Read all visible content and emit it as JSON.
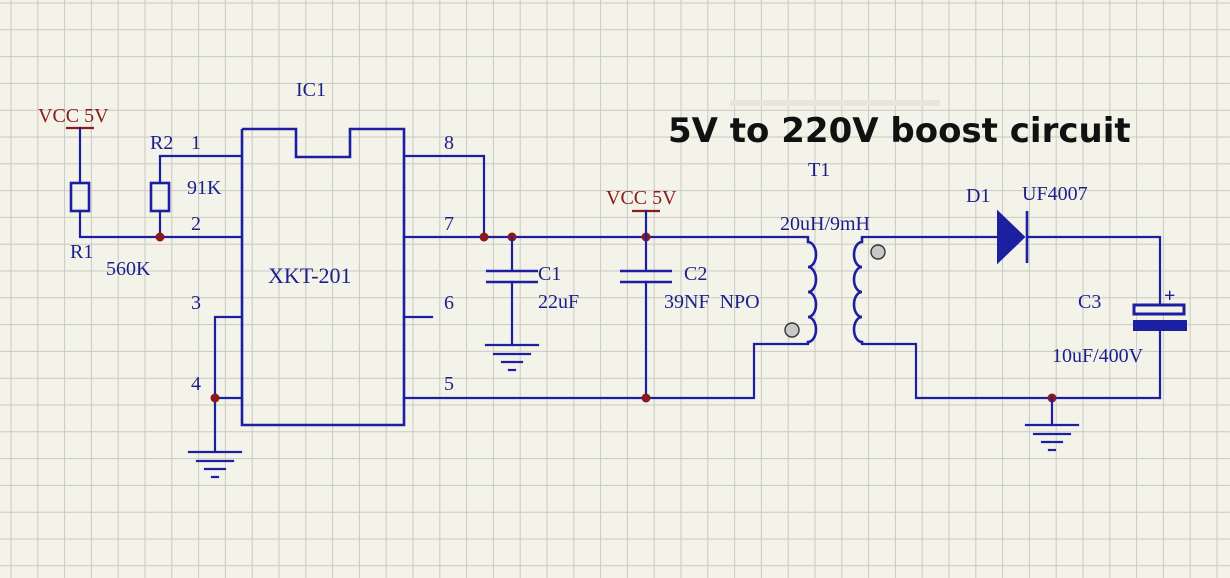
{
  "title": "5V to 220V boost circuit",
  "ic": {
    "ref": "IC1",
    "name": "XKT-201",
    "pins": [
      "1",
      "2",
      "3",
      "4",
      "5",
      "6",
      "7",
      "8"
    ]
  },
  "power": {
    "vcc_left": "VCC  5V",
    "vcc_mid": "VCC  5V"
  },
  "resistors": {
    "r1": {
      "ref": "R1",
      "value": "560K"
    },
    "r2": {
      "ref": "R2",
      "value": "91K"
    }
  },
  "capacitors": {
    "c1": {
      "ref": "C1",
      "value": "22uF"
    },
    "c2": {
      "ref": "C2",
      "value": "39NF  NPO"
    },
    "c3": {
      "ref": "C3",
      "value": "10uF/400V",
      "polarity": "+"
    }
  },
  "transformer": {
    "ref": "T1",
    "value": "20uH/9mH"
  },
  "diode": {
    "ref": "D1",
    "value": "UF4007"
  },
  "colors": {
    "wire": "#1c1fa0",
    "power": "#8b1a1a",
    "junction": "#8b1a1a",
    "background": "#f3f3e9",
    "grid": "#c9cac4"
  }
}
